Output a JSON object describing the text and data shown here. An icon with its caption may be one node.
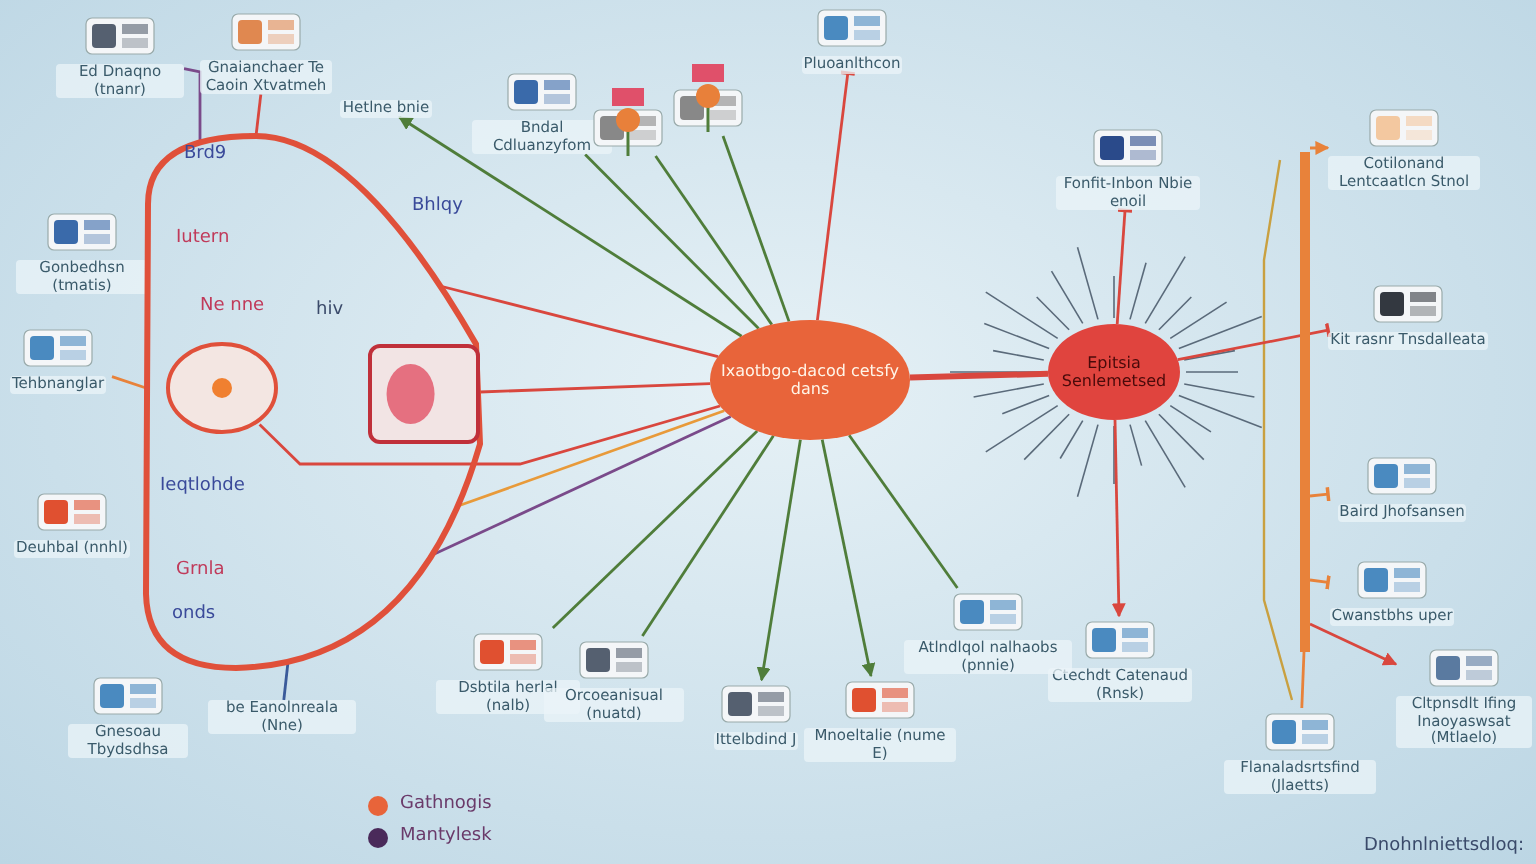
{
  "diagram": {
    "nodes": [
      {
        "text": [
          "Ed Dnaqno (tnanr)"
        ]
      },
      {
        "text": [
          "Gnaianchaer Te Caoin Xtvatmeh"
        ]
      },
      {
        "text": [
          "Hetlne bnie"
        ]
      },
      {
        "text": [
          "Bndal Cdluanzyfom"
        ]
      },
      {
        "text": [
          "Pluoanlthcon"
        ]
      },
      {
        "text": [],
        "shape": "picture"
      },
      {
        "text": [],
        "shape": "picture"
      },
      {
        "text": [
          "Fonfit-Inbon Nbie enoil"
        ]
      },
      {
        "text": [
          "Cotilonand Lentcaatlcn Stnol"
        ]
      },
      {
        "text": [
          "Gonbedhsn (tmatis)"
        ]
      },
      {
        "text": [],
        "shape": "band"
      },
      {
        "text": [],
        "shape": "circle",
        "in": 10
      },
      {
        "text": [],
        "shape": "box",
        "in": 10
      },
      {
        "text": [
          "Ixaotbgo-dacod cetsfy dans"
        ]
      },
      {
        "text": [
          "Epitsia Senlemetsed"
        ]
      },
      {
        "text": [
          "Kit rasnr Tnsdalleata"
        ]
      },
      {
        "text": [
          "Tehbnanglar"
        ]
      },
      {
        "text": [
          "Baird Jhofsansen"
        ]
      },
      {
        "text": [
          "Cwanstbhs uper"
        ]
      },
      {
        "text": [
          "Deuhbal (nnhl)"
        ]
      },
      {
        "text": [
          "Ctechdt Catenaud (Rnsk)"
        ]
      },
      {
        "text": [
          "Cltpnsdlt Ifing Inaoyaswsat (Mtlaelo)"
        ]
      },
      {
        "text": [
          "Atlndlqol nalhaobs (pnnie)"
        ]
      },
      {
        "text": [
          "Dsbtila herlal (nalb)"
        ]
      },
      {
        "text": [
          "Gnesoau Tbydsdhsa"
        ]
      },
      {
        "text": [
          "be Eanolnreala (Nne)"
        ]
      },
      {
        "text": [
          "Orcoeanisual (nuatd)"
        ]
      },
      {
        "text": [
          "Mnoeltalie (nume E)"
        ]
      },
      {
        "text": [
          "Ittelbdind J"
        ]
      },
      {
        "text": [
          "Flanaladsrtsfind (Jlaetts)"
        ]
      },
      {
        "text": [],
        "shape": "bar"
      }
    ],
    "edges": [
      {
        "from": 13,
        "to": 10,
        "arrow": "none",
        "color": "#d9473e"
      },
      {
        "from": 13,
        "to": 10,
        "arrow": "none",
        "color": "#e89a3a"
      },
      {
        "from": 13,
        "to": 10,
        "arrow": "none",
        "color": "#7a4a8a"
      },
      {
        "from": 13,
        "to": 3,
        "arrow": "none",
        "color": "#4f7d3a"
      },
      {
        "from": 13,
        "to": 5,
        "arrow": "none",
        "color": "#4f7d3a"
      },
      {
        "from": 13,
        "to": 6,
        "arrow": "none",
        "color": "#4f7d3a"
      },
      {
        "from": 13,
        "to": 4,
        "arrow": "other",
        "color": "#d9473e"
      },
      {
        "from": 13,
        "to": 2,
        "arrow": "to",
        "color": "#4f7d3a"
      },
      {
        "from": 13,
        "to": 11,
        "arrow": "none",
        "color": "#d9473e"
      },
      {
        "from": 13,
        "to": 12,
        "arrow": "none",
        "color": "#d9473e"
      },
      {
        "from": 13,
        "to": 28,
        "arrow": "to",
        "color": "#4f7d3a"
      },
      {
        "from": 13,
        "to": 27,
        "arrow": "to",
        "color": "#4f7d3a"
      },
      {
        "from": 13,
        "to": 26,
        "arrow": "none",
        "color": "#4f7d3a"
      },
      {
        "from": 13,
        "to": 23,
        "arrow": "none",
        "color": "#4f7d3a"
      },
      {
        "from": 13,
        "to": 22,
        "arrow": "none",
        "color": "#4f7d3a"
      },
      {
        "from": 13,
        "to": 14,
        "arrow": "none",
        "style": "thick",
        "color": "#d9473e"
      },
      {
        "from": 14,
        "to": 7,
        "arrow": "other",
        "color": "#d9473e"
      },
      {
        "from": 14,
        "to": 20,
        "arrow": "to",
        "color": "#d9473e"
      },
      {
        "from": 14,
        "to": 15,
        "arrow": "other",
        "color": "#d9473e"
      },
      {
        "from": 30,
        "to": 8,
        "arrow": "to",
        "color": "#e8823a"
      },
      {
        "from": 30,
        "to": 17,
        "arrow": "other",
        "color": "#e8823a"
      },
      {
        "from": 30,
        "to": 18,
        "arrow": "other",
        "color": "#e8823a"
      },
      {
        "from": 30,
        "to": 21,
        "arrow": "to",
        "color": "#d9473e"
      },
      {
        "from": 30,
        "to": 29,
        "arrow": "none",
        "color": "#e8823a"
      },
      {
        "from": 0,
        "to": 10,
        "arrow": "none",
        "color": "#7a4a8a"
      },
      {
        "from": 1,
        "to": 10,
        "arrow": "other",
        "color": "#d9473e"
      },
      {
        "from": 16,
        "to": 10,
        "arrow": "none",
        "color": "#e8823a"
      },
      {
        "from": 25,
        "to": 10,
        "arrow": "none",
        "color": "#3a5a9a"
      }
    ],
    "labels": [
      "Brd9",
      "Bhlqy",
      "Iutern",
      "Ne nne",
      "hiv",
      "Ieqtlohde",
      "Grnla",
      "onds",
      "Dnohnlniettsdloq:"
    ],
    "legend": [
      {
        "text": "Gathnogis",
        "color": "#e8643a"
      },
      {
        "text": "Mantylesk",
        "color": "#4a2a5a"
      }
    ]
  }
}
